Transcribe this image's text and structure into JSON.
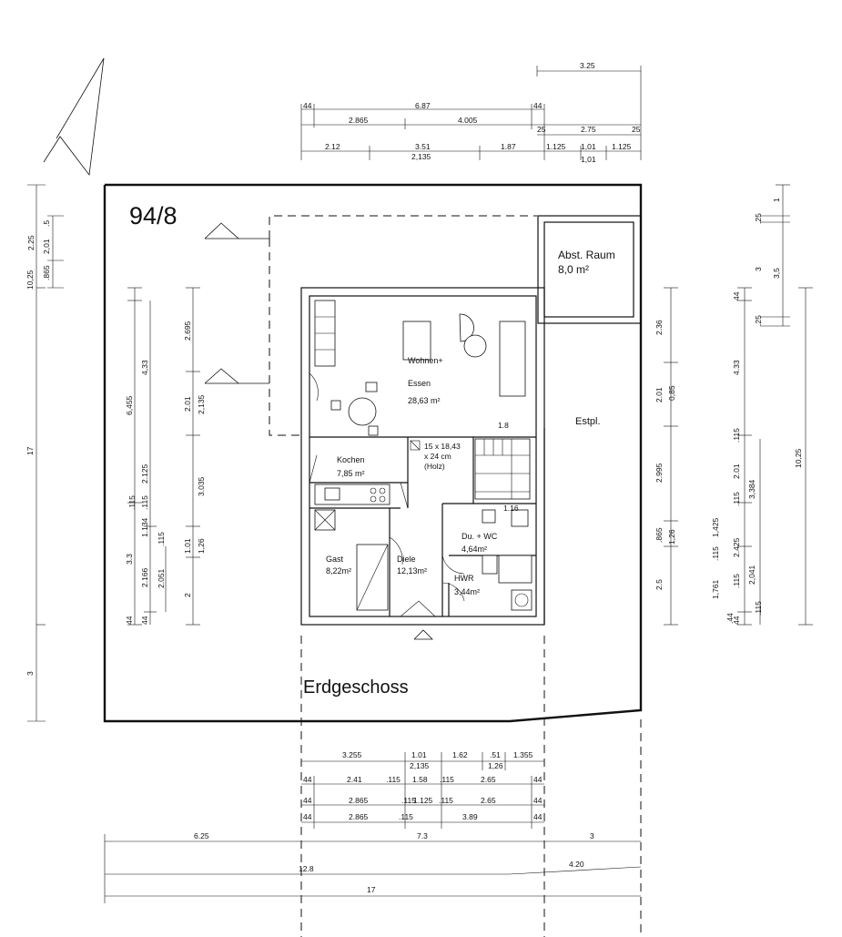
{
  "plan": {
    "lot_number": "94/8",
    "floor_label": "Erdgeschoss",
    "rooms": {
      "living": {
        "name_1": "Wohnen+",
        "name_2": "Essen",
        "area": "28,63 m²"
      },
      "kitchen": {
        "name": "Kochen",
        "area": "7,85 m²"
      },
      "guest": {
        "name": "Gast",
        "area": "8,22m²"
      },
      "hall": {
        "name": "Diele",
        "area": "12,13m²"
      },
      "bath": {
        "name": "Du. + WC",
        "area": "4,64m²"
      },
      "utility": {
        "name": "HWR",
        "area": "3,44m²"
      },
      "storage": {
        "name": "Abst. Raum",
        "area": "8,0 m²"
      },
      "parking": {
        "name": "Estpl."
      }
    },
    "stair": {
      "line_1": "15 x 18,43",
      "line_2": "x 24 cm",
      "line_3": "(Holz)",
      "width": "1.8",
      "landing": "1.16"
    }
  },
  "dims": {
    "top_r0": [
      "3.25"
    ],
    "top_r1": [
      "44",
      "6.87",
      "44"
    ],
    "top_r2": [
      "2.865",
      "4.005",
      "2.75",
      "25",
      "25"
    ],
    "top_r3": [
      "2.12",
      "3.51",
      "1.87",
      "1.125",
      "1,01",
      "1.125"
    ],
    "top_r4": [
      "2,135",
      "1,01"
    ],
    "bot_r1": [
      "3.255",
      "1.01",
      "1.62",
      ".51",
      "1.355",
      "2,135",
      "1,26"
    ],
    "bot_r2": [
      "44",
      "2.41",
      ".115",
      "1.58",
      ".115",
      "2.65",
      "44"
    ],
    "bot_r3": [
      "44",
      "2.865",
      ".115",
      "1.125",
      ".115",
      "2.65",
      "44"
    ],
    "bot_r4": [
      "44",
      "2.865",
      ".115",
      "3.89",
      "44"
    ],
    "bot_r5": [
      "6.25",
      "7.3",
      "3"
    ],
    "bot_r6": [
      "12.8",
      "4.20"
    ],
    "bot_r7": [
      "17"
    ],
    "left_outer": [
      "17"
    ],
    "left_c2": [
      "10,25",
      "3"
    ],
    "left_c3": [
      "2.25",
      ".865",
      "2,01",
      ".5"
    ],
    "left_c4": [
      "6,455",
      "3.3",
      "44"
    ],
    "left_c5": [
      "4,33",
      "2.125",
      "1.134",
      "2.166",
      "44",
      ".115",
      ".115"
    ],
    "left_c6": [
      "2.051",
      ".115"
    ],
    "left_c7": [
      "2.695",
      "2.01",
      "1.01",
      "2"
    ],
    "left_c8": [
      "2,135",
      "3.035",
      "1,26"
    ],
    "right_c1": [
      "2.36",
      "2.01",
      "2.995",
      ".865",
      "2.5"
    ],
    "right_c2": [
      "0,85",
      "1,26"
    ],
    "right_c3": [
      "1,425",
      "1,761",
      ".44",
      ".115"
    ],
    "right_c4": [
      "44",
      "4.33",
      "2.01",
      ".115",
      "2.425",
      ".115",
      ".115",
      "44"
    ],
    "right_c5": [
      "3,384",
      "2,041"
    ],
    "right_c6": [
      ".25",
      "3",
      ".25",
      ".115"
    ],
    "right_c7": [
      "1",
      "3,5"
    ],
    "right_c8": [
      "10,25"
    ]
  }
}
